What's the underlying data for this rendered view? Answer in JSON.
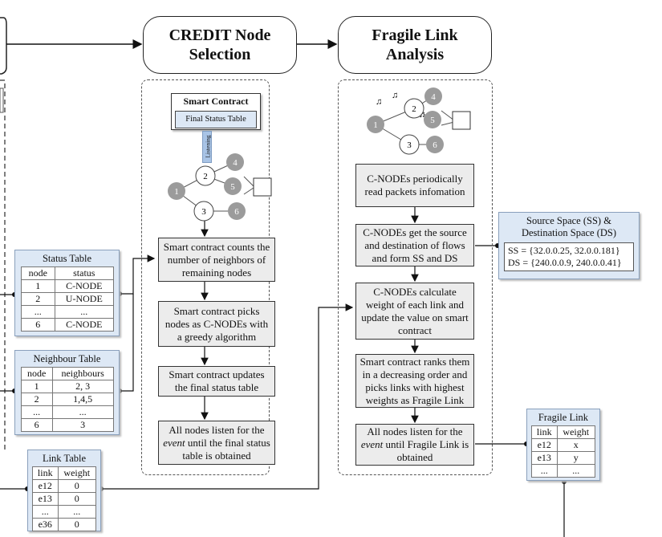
{
  "headers": {
    "credit": "CREDIT Node Selection",
    "fragile": "Fragile Link Analysis"
  },
  "smart_contract": {
    "title": "Smart Contract",
    "inner": "Final Status Table",
    "listening": "Listening"
  },
  "credit_steps": [
    "Smart contract counts the number of neighbors of remaining nodes",
    "Smart contract picks nodes as C-NODEs with a greedy algorithm",
    "Smart contract updates the final status table",
    "All nodes listen for the event until the final status table is obtained"
  ],
  "fragile_steps": [
    "C-NODEs periodically read packets infomation",
    "C-NODEs get the source and destination of flows and form SS and DS",
    "C-NODEs calculate weight of each link and update the value on smart contract",
    "Smart contract ranks them in a decreasing order and picks links with highest weights as Fragile Link",
    "All nodes listen for the event until Fragile Link is obtained"
  ],
  "status_table": {
    "title": "Status Table",
    "columns": [
      "node",
      "status"
    ],
    "rows": [
      [
        "1",
        "C-NODE"
      ],
      [
        "2",
        "U-NODE"
      ],
      [
        "...",
        "..."
      ],
      [
        "6",
        "C-NODE"
      ]
    ]
  },
  "neighbour_table": {
    "title": "Neighbour Table",
    "columns": [
      "node",
      "neighbours"
    ],
    "rows": [
      [
        "1",
        "2, 3"
      ],
      [
        "2",
        "1,4,5"
      ],
      [
        "...",
        "..."
      ],
      [
        "6",
        "3"
      ]
    ]
  },
  "link_table": {
    "title": "Link Table",
    "columns": [
      "link",
      "weight"
    ],
    "rows": [
      [
        "e12",
        "0"
      ],
      [
        "e13",
        "0"
      ],
      [
        "...",
        "..."
      ],
      [
        "e36",
        "0"
      ]
    ]
  },
  "fragile_link_table": {
    "title": "Fragile Link",
    "columns": [
      "link",
      "weight"
    ],
    "rows": [
      [
        "e12",
        "x"
      ],
      [
        "e13",
        "y"
      ],
      [
        "...",
        "..."
      ]
    ]
  },
  "source_space": {
    "title_line1": "Source Space (SS) &",
    "title_line2": "Destination Space (DS)",
    "ss": "SS = {32.0.0.25, 32.0.0.181}",
    "ds": "DS = {240.0.0.9, 240.0.0.41}"
  },
  "graph": {
    "nodes": [
      "1",
      "2",
      "3",
      "4",
      "5",
      "6"
    ],
    "filled_nodes": [
      "1",
      "4",
      "5",
      "6"
    ]
  },
  "colors": {
    "panel_fill": "#dde8f5",
    "step_fill": "#ececec",
    "node_gray": "#9b9b9b"
  }
}
